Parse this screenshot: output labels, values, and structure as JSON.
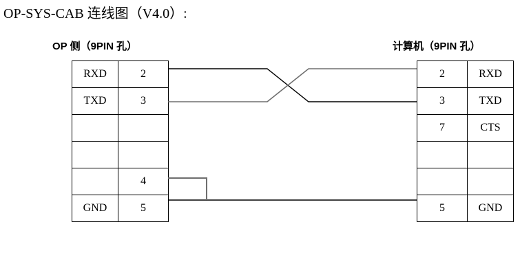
{
  "title": "OP-SYS-CAB 连线图（V4.0）:",
  "headers": {
    "left": "OP 侧（9PIN 孔）",
    "right": "计算机（9PIN 孔）"
  },
  "left_table": {
    "rows": [
      {
        "name": "RXD",
        "pin": "2"
      },
      {
        "name": "TXD",
        "pin": "3"
      },
      {
        "name": "",
        "pin": ""
      },
      {
        "name": "",
        "pin": ""
      },
      {
        "name": "",
        "pin": "4"
      },
      {
        "name": "GND",
        "pin": "5"
      }
    ]
  },
  "right_table": {
    "rows": [
      {
        "pin": "2",
        "name": "RXD"
      },
      {
        "pin": "3",
        "name": "TXD"
      },
      {
        "pin": "7",
        "name": "CTS"
      },
      {
        "pin": "",
        "name": ""
      },
      {
        "pin": "",
        "name": ""
      },
      {
        "pin": "5",
        "name": "GND"
      }
    ]
  },
  "chart_data": {
    "type": "diagram",
    "title": "OP-SYS-CAB 连线图（V4.0）:",
    "left_label": "OP 侧（9PIN 孔）",
    "right_label": "计算机（9PIN 孔）",
    "connections": [
      {
        "from_pin": "2",
        "from_signal": "RXD",
        "to_pin": "3",
        "to_signal": "TXD",
        "style": "crossover"
      },
      {
        "from_pin": "3",
        "from_signal": "TXD",
        "to_pin": "2",
        "to_signal": "RXD",
        "style": "crossover"
      },
      {
        "from_pin": "5",
        "from_signal": "GND",
        "to_pin": "5",
        "to_signal": "GND",
        "style": "straight"
      },
      {
        "from_pin": "4",
        "from_signal": "",
        "to_pin": "5",
        "to_signal": "GND",
        "style": "jumper-to-gnd"
      }
    ],
    "unconnected_right_pins": [
      {
        "pin": "7",
        "signal": "CTS"
      }
    ]
  },
  "colors": {
    "line": "#000000",
    "line_alt": "#808080",
    "background": "#ffffff"
  }
}
